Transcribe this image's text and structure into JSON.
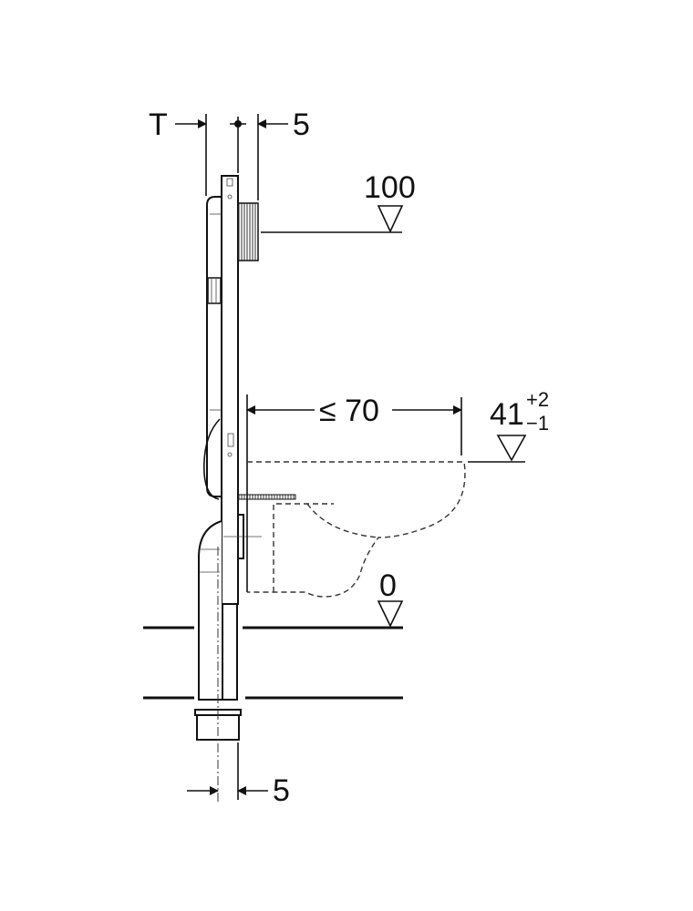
{
  "dimensions": {
    "top_left_label": "T",
    "top_right_label": "5",
    "flush_height": "100",
    "bowl_projection": "≤ 70",
    "seat_height": "41",
    "seat_tolerance_plus": "+2",
    "seat_tolerance_minus": "−1",
    "floor_level": "0",
    "bottom_offset": "5"
  },
  "colors": {
    "line": "#111111",
    "background": "#ffffff"
  }
}
